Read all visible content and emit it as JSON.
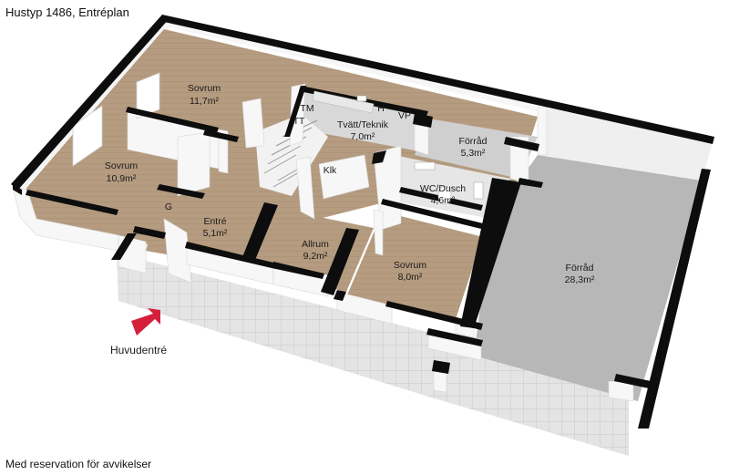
{
  "title": "Hustyp 1486, Entréplan",
  "disclaimer": "Med reservation för avvikelser",
  "rooms": [
    {
      "key": "sovrum_large",
      "name": "Sovrum",
      "area": "11,7m²"
    },
    {
      "key": "sovrum_left",
      "name": "Sovrum",
      "area": "10,9m²"
    },
    {
      "key": "tvatt",
      "name": "Tvätt/Teknik",
      "area": "7,0m²"
    },
    {
      "key": "forrad_small",
      "name": "Förråd",
      "area": "5,3m²"
    },
    {
      "key": "wc",
      "name": "WC/Dusch",
      "area": "4,6m²"
    },
    {
      "key": "entre",
      "name": "Entré",
      "area": "5,1m²"
    },
    {
      "key": "allrum",
      "name": "Allrum",
      "area": "9,2m²"
    },
    {
      "key": "sovrum_small",
      "name": "Sovrum",
      "area": "8,0m²"
    },
    {
      "key": "forrad_large",
      "name": "Förråd",
      "area": "28,3m²"
    }
  ],
  "fixtures": {
    "tm": "TM",
    "tt": "TT",
    "h": "H",
    "vp": "VP",
    "klk": "Klk",
    "g": "G"
  },
  "entrance_label": "Huvudentré",
  "colors": {
    "floor_wood": "#b49a7e",
    "floor_tile": "#dcdcdc",
    "storage_floor": "#b8b8b8",
    "wall_top": "#0d0d0d",
    "arrow": "#d4203a"
  }
}
